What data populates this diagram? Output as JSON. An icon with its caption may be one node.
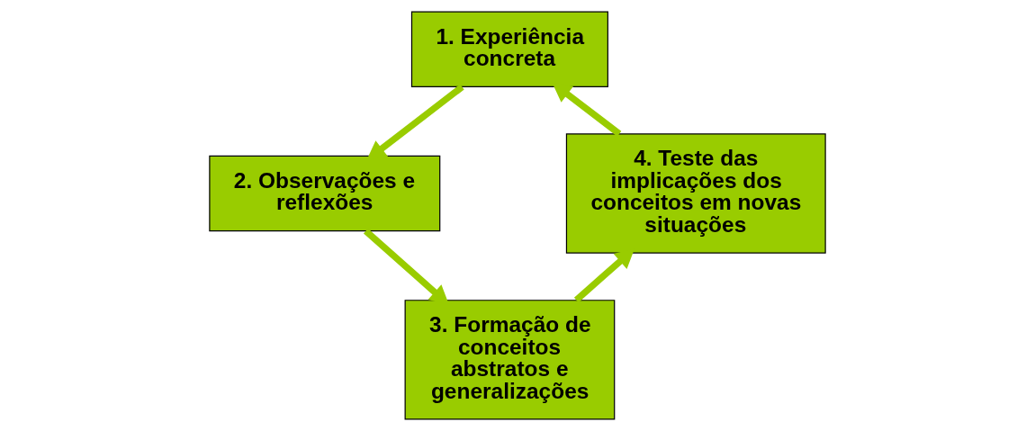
{
  "diagram": {
    "nodes": [
      {
        "text": [
          "1. Experiência concreta"
        ]
      },
      {
        "text": [
          "2. Observações e reflexões"
        ]
      },
      {
        "text": [
          "3. Formação de conceitos abstratos e generalizações"
        ]
      },
      {
        "text": [
          "4. Teste das implicações dos conceitos em novas situações"
        ]
      }
    ],
    "edges": [
      {
        "from": 0,
        "to": 1,
        "arrow": "to"
      },
      {
        "from": 1,
        "to": 2,
        "arrow": "to"
      },
      {
        "from": 2,
        "to": 3,
        "arrow": "to"
      },
      {
        "from": 3,
        "to": 0,
        "arrow": "to"
      }
    ]
  }
}
